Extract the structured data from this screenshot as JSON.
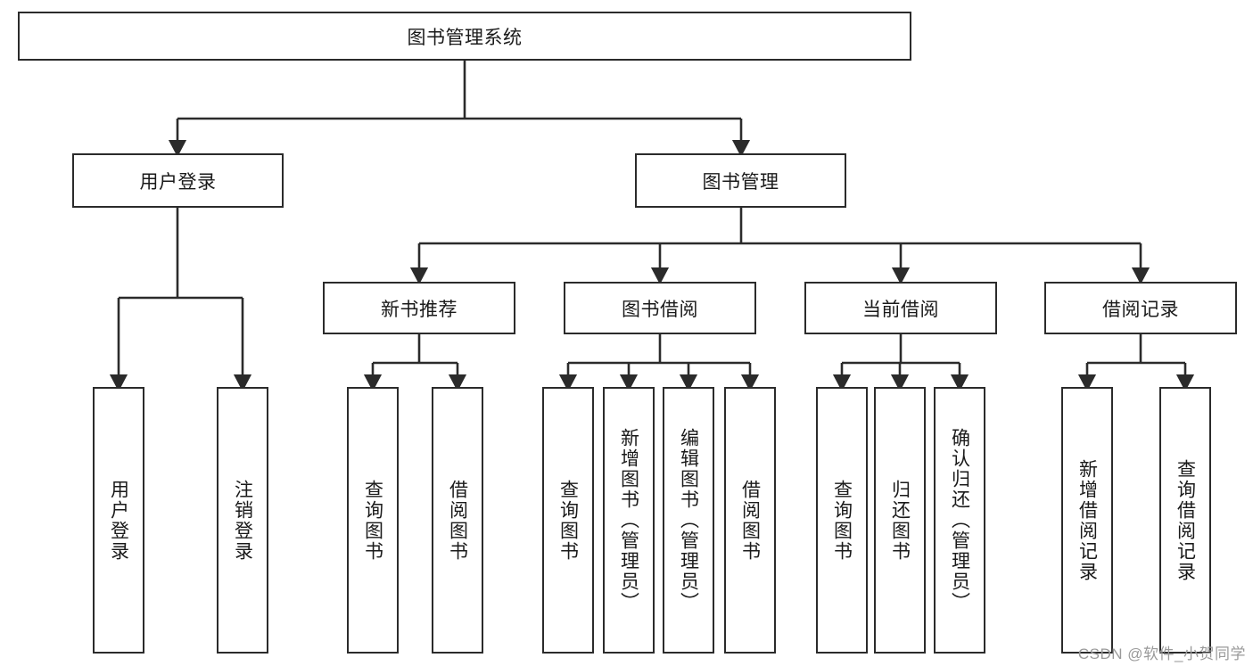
{
  "diagram": {
    "title": "图书管理系统",
    "type": "tree-hierarchy-diagram",
    "colors": {
      "stroke": "#2b2b2b",
      "fill": "#ffffff",
      "text": "#1a1a1a",
      "watermark": "#9a9a9a"
    },
    "root": {
      "label": "图书管理系统"
    },
    "level1": [
      {
        "label": "用户登录"
      },
      {
        "label": "图书管理"
      }
    ],
    "level2": [
      {
        "label": "新书推荐"
      },
      {
        "label": "图书借阅"
      },
      {
        "label": "当前借阅"
      },
      {
        "label": "借阅记录"
      }
    ],
    "leaves": {
      "user_login": [
        {
          "label": "用户登录"
        },
        {
          "label": "注销登录"
        }
      ],
      "new_book_recommend": [
        {
          "label": "查询图书"
        },
        {
          "label": "借阅图书"
        }
      ],
      "book_borrow": [
        {
          "label": "查询图书"
        },
        {
          "label": "新增图书（管理员）"
        },
        {
          "label": "编辑图书（管理员）"
        },
        {
          "label": "借阅图书"
        }
      ],
      "current_borrow": [
        {
          "label": "查询图书"
        },
        {
          "label": "归还图书"
        },
        {
          "label": "确认归还（管理员）"
        }
      ],
      "borrow_record": [
        {
          "label": "新增借阅记录"
        },
        {
          "label": "查询借阅记录"
        }
      ]
    }
  },
  "watermark": {
    "text": "CSDN @软件_小贺同学"
  }
}
